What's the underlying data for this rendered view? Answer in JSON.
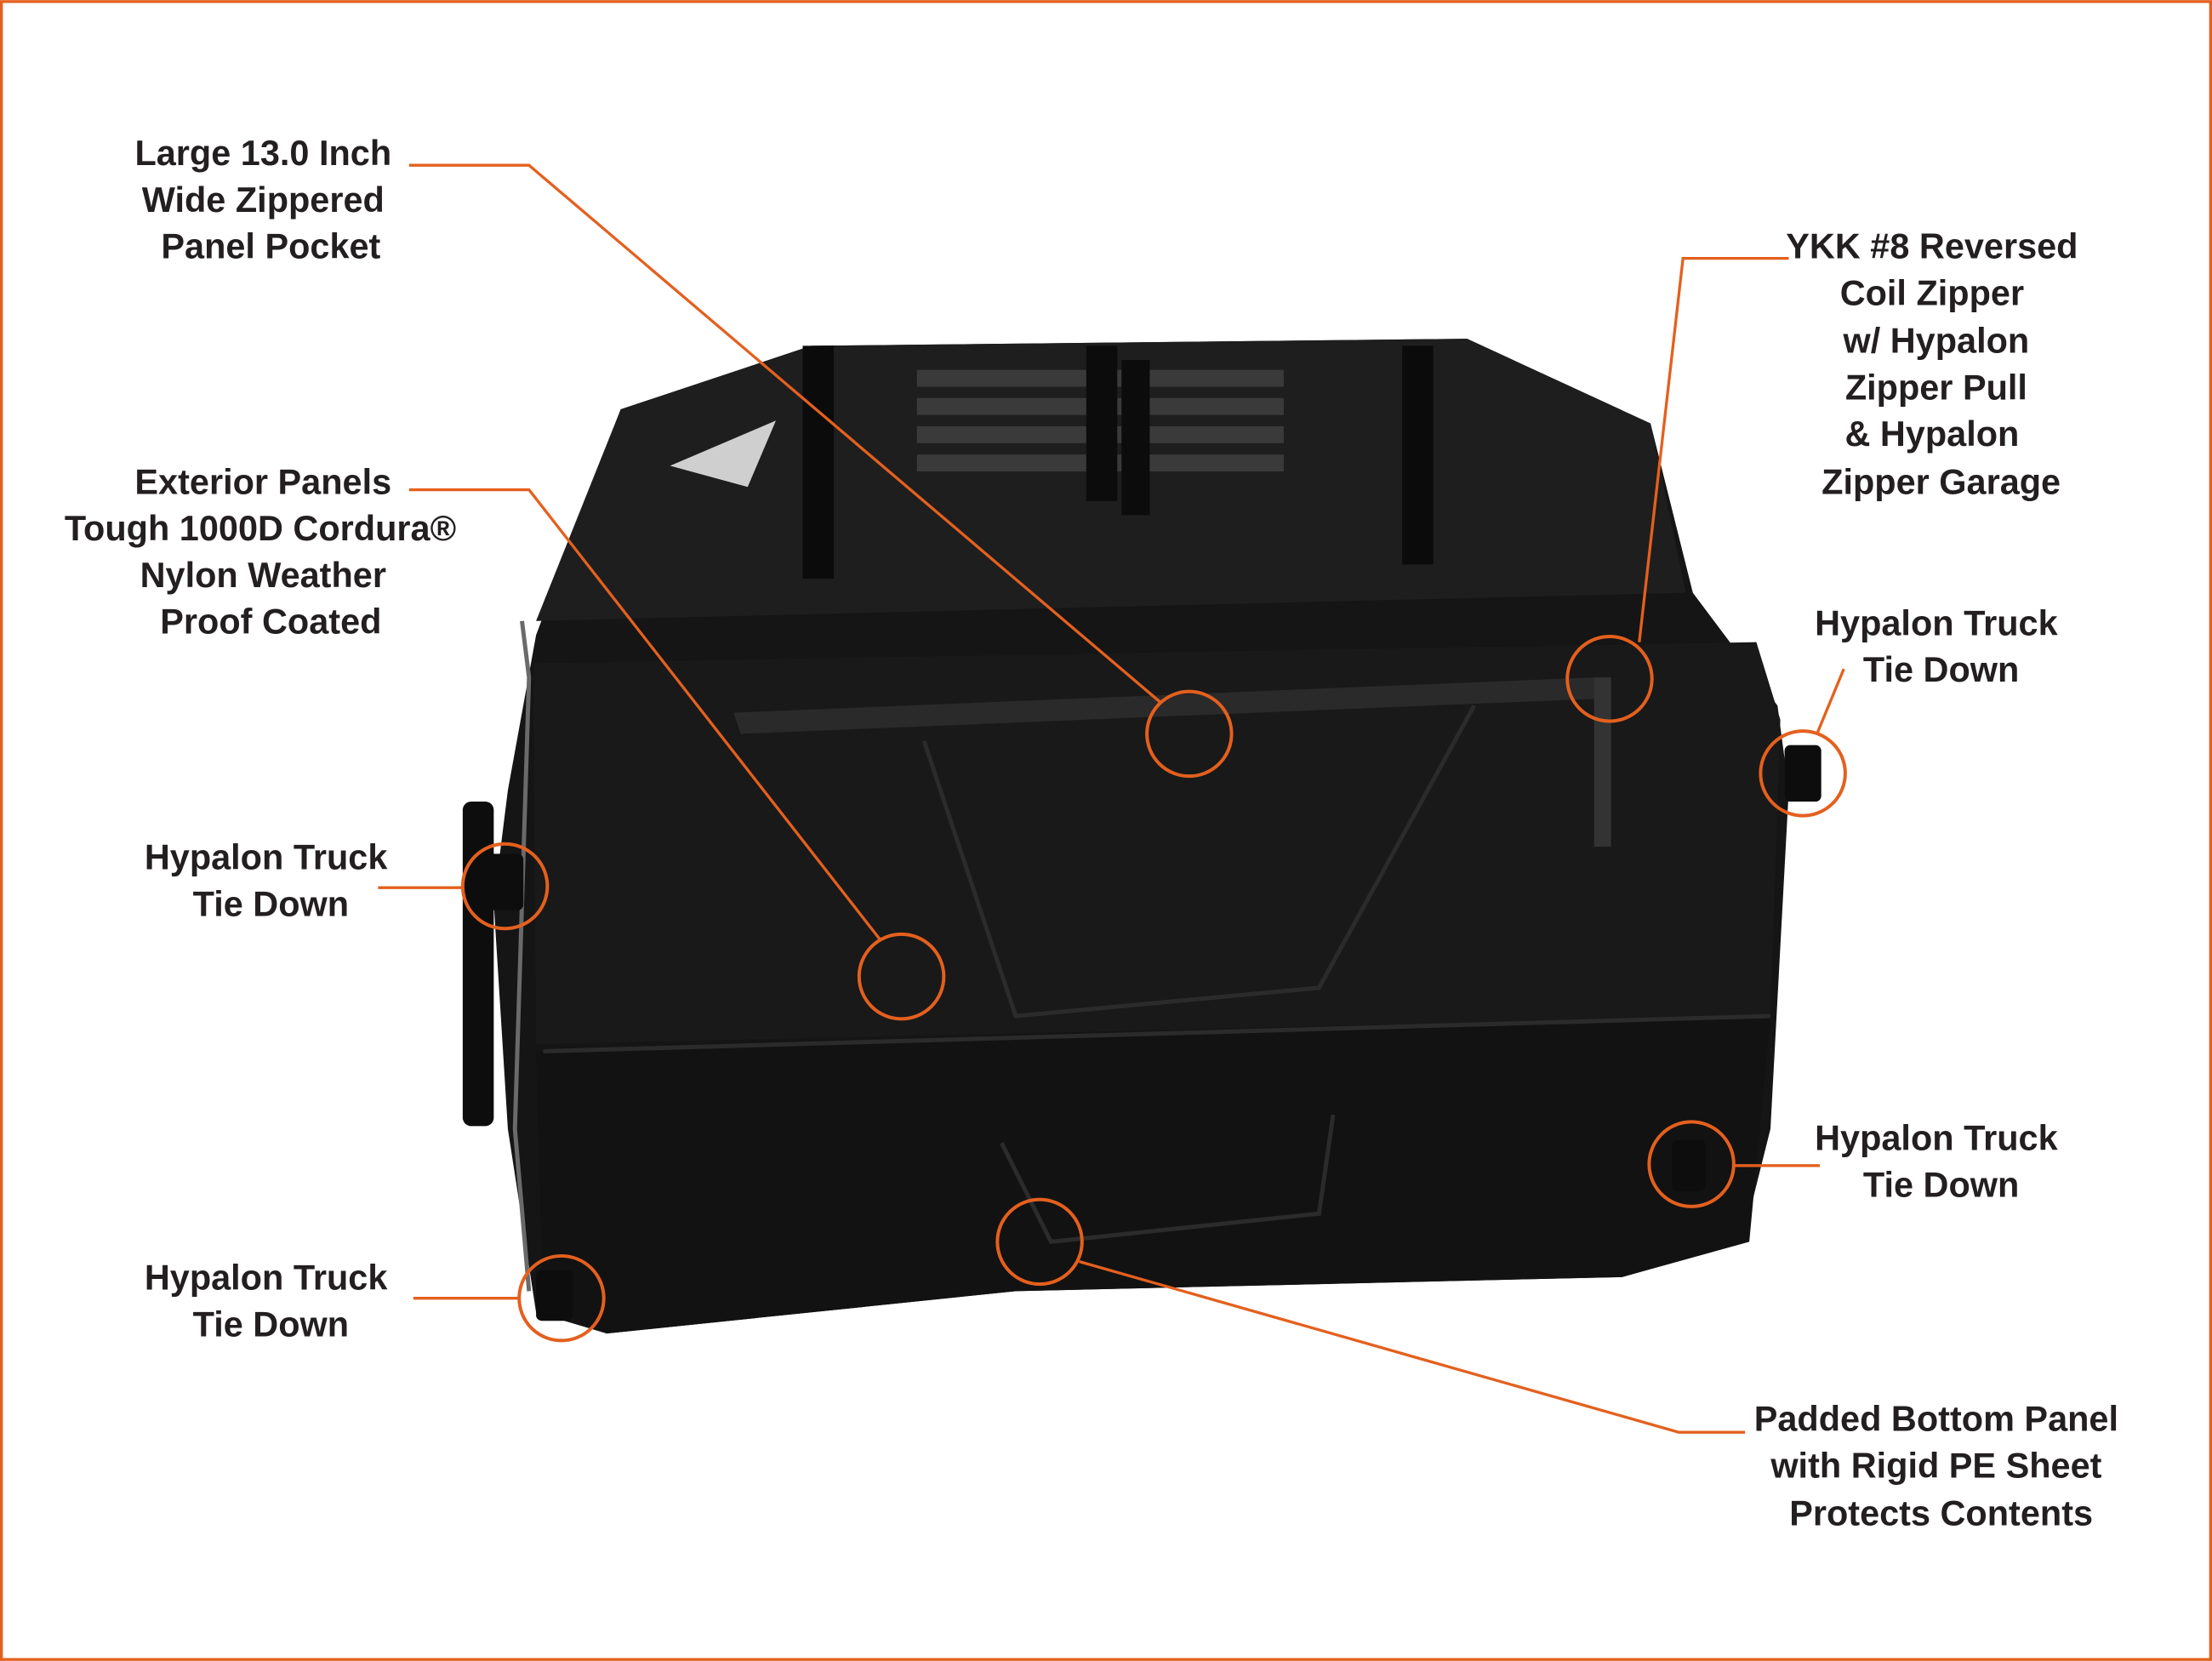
{
  "colors": {
    "accent": "#e4601e",
    "text": "#231f20",
    "bag": "#141414"
  },
  "callouts": [
    {
      "id": "panel-pocket",
      "lines": [
        "Large 13.0 Inch",
        "Wide Zippered",
        "Panel Pocket"
      ]
    },
    {
      "id": "exterior-panels",
      "lines": [
        "Exterior Panels",
        "Tough 1000D Cordura®",
        "Nylon Weather",
        "Proof Coated"
      ]
    },
    {
      "id": "tie-down-left-top",
      "lines": [
        "Hypalon Truck",
        "Tie Down"
      ]
    },
    {
      "id": "tie-down-left-bottom",
      "lines": [
        "Hypalon Truck",
        "Tie Down"
      ]
    },
    {
      "id": "zipper",
      "lines": [
        "YKK #8 Reversed",
        "Coil Zipper",
        "w/ Hypalon",
        "Zipper Pull",
        "& Hypalon",
        "Zipper Garage"
      ]
    },
    {
      "id": "tie-down-right-top",
      "lines": [
        "Hypalon Truck",
        "Tie Down"
      ]
    },
    {
      "id": "tie-down-right-bottom",
      "lines": [
        "Hypalon Truck",
        "Tie Down"
      ]
    },
    {
      "id": "bottom-panel",
      "lines": [
        "Padded Bottom Panel",
        "with Rigid PE Sheet",
        "Protects Contents"
      ]
    }
  ]
}
